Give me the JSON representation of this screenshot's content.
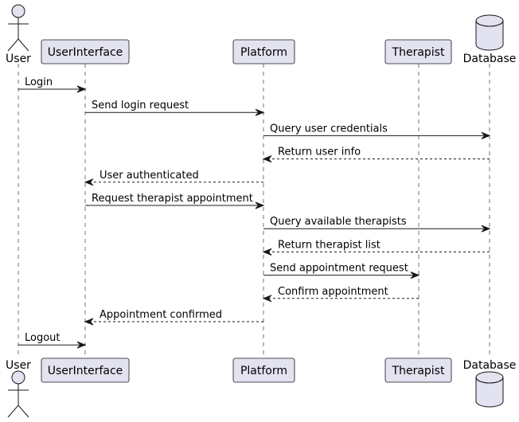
{
  "participants": [
    {
      "id": "user",
      "label": "User",
      "kind": "actor"
    },
    {
      "id": "ui",
      "label": "UserInterface",
      "kind": "participant"
    },
    {
      "id": "platform",
      "label": "Platform",
      "kind": "participant"
    },
    {
      "id": "therapist",
      "label": "Therapist",
      "kind": "participant"
    },
    {
      "id": "db",
      "label": "Database",
      "kind": "database"
    }
  ],
  "messages": [
    {
      "from": "user",
      "to": "ui",
      "label": "Login",
      "style": "solid"
    },
    {
      "from": "ui",
      "to": "platform",
      "label": "Send login request",
      "style": "solid"
    },
    {
      "from": "platform",
      "to": "db",
      "label": "Query user credentials",
      "style": "solid"
    },
    {
      "from": "db",
      "to": "platform",
      "label": "Return user info",
      "style": "dashed"
    },
    {
      "from": "platform",
      "to": "ui",
      "label": "User authenticated",
      "style": "dashed"
    },
    {
      "from": "ui",
      "to": "platform",
      "label": "Request therapist appointment",
      "style": "solid"
    },
    {
      "from": "platform",
      "to": "db",
      "label": "Query available therapists",
      "style": "solid"
    },
    {
      "from": "db",
      "to": "platform",
      "label": "Return therapist list",
      "style": "dashed"
    },
    {
      "from": "platform",
      "to": "therapist",
      "label": "Send appointment request",
      "style": "solid"
    },
    {
      "from": "therapist",
      "to": "platform",
      "label": "Confirm appointment",
      "style": "dashed"
    },
    {
      "from": "platform",
      "to": "ui",
      "label": "Appointment confirmed",
      "style": "dashed"
    },
    {
      "from": "user",
      "to": "ui",
      "label": "Logout",
      "style": "solid"
    }
  ],
  "colors": {
    "box_fill": "#E2E2F0",
    "stroke": "#181818"
  }
}
